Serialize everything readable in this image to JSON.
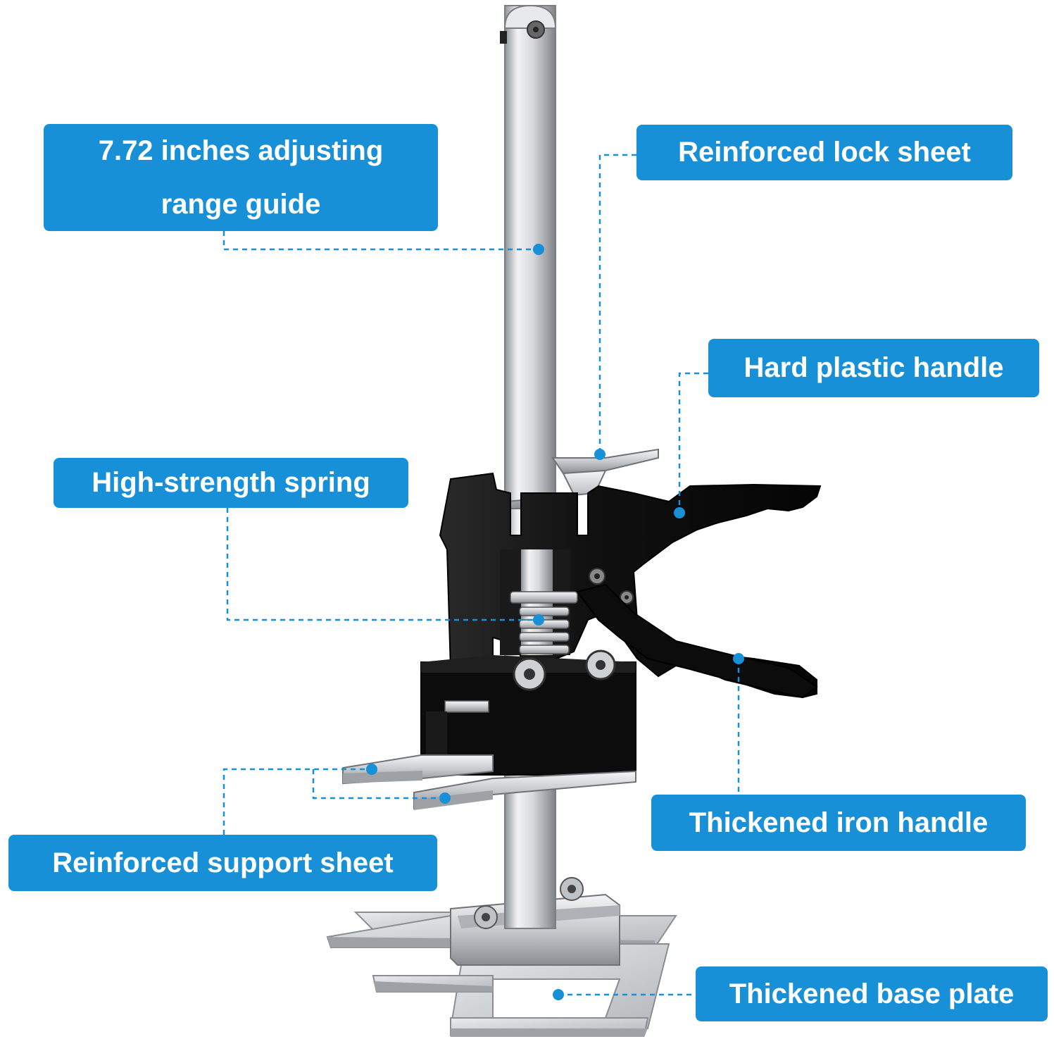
{
  "colors": {
    "label_bg": "#1890d8",
    "label_text": "#ffffff",
    "leader_line": "#1890d8",
    "tool_body": "#111111",
    "steel": "#c9ccd0"
  },
  "labels": {
    "range_guide_line1": "7.72 inches adjusting",
    "range_guide_line2": "range guide",
    "lock_sheet": "Reinforced lock sheet",
    "plastic_handle": "Hard plastic handle",
    "spring": "High-strength spring",
    "iron_handle": "Thickened iron handle",
    "support_sheet": "Reinforced support sheet",
    "base_plate": "Thickened base plate"
  }
}
